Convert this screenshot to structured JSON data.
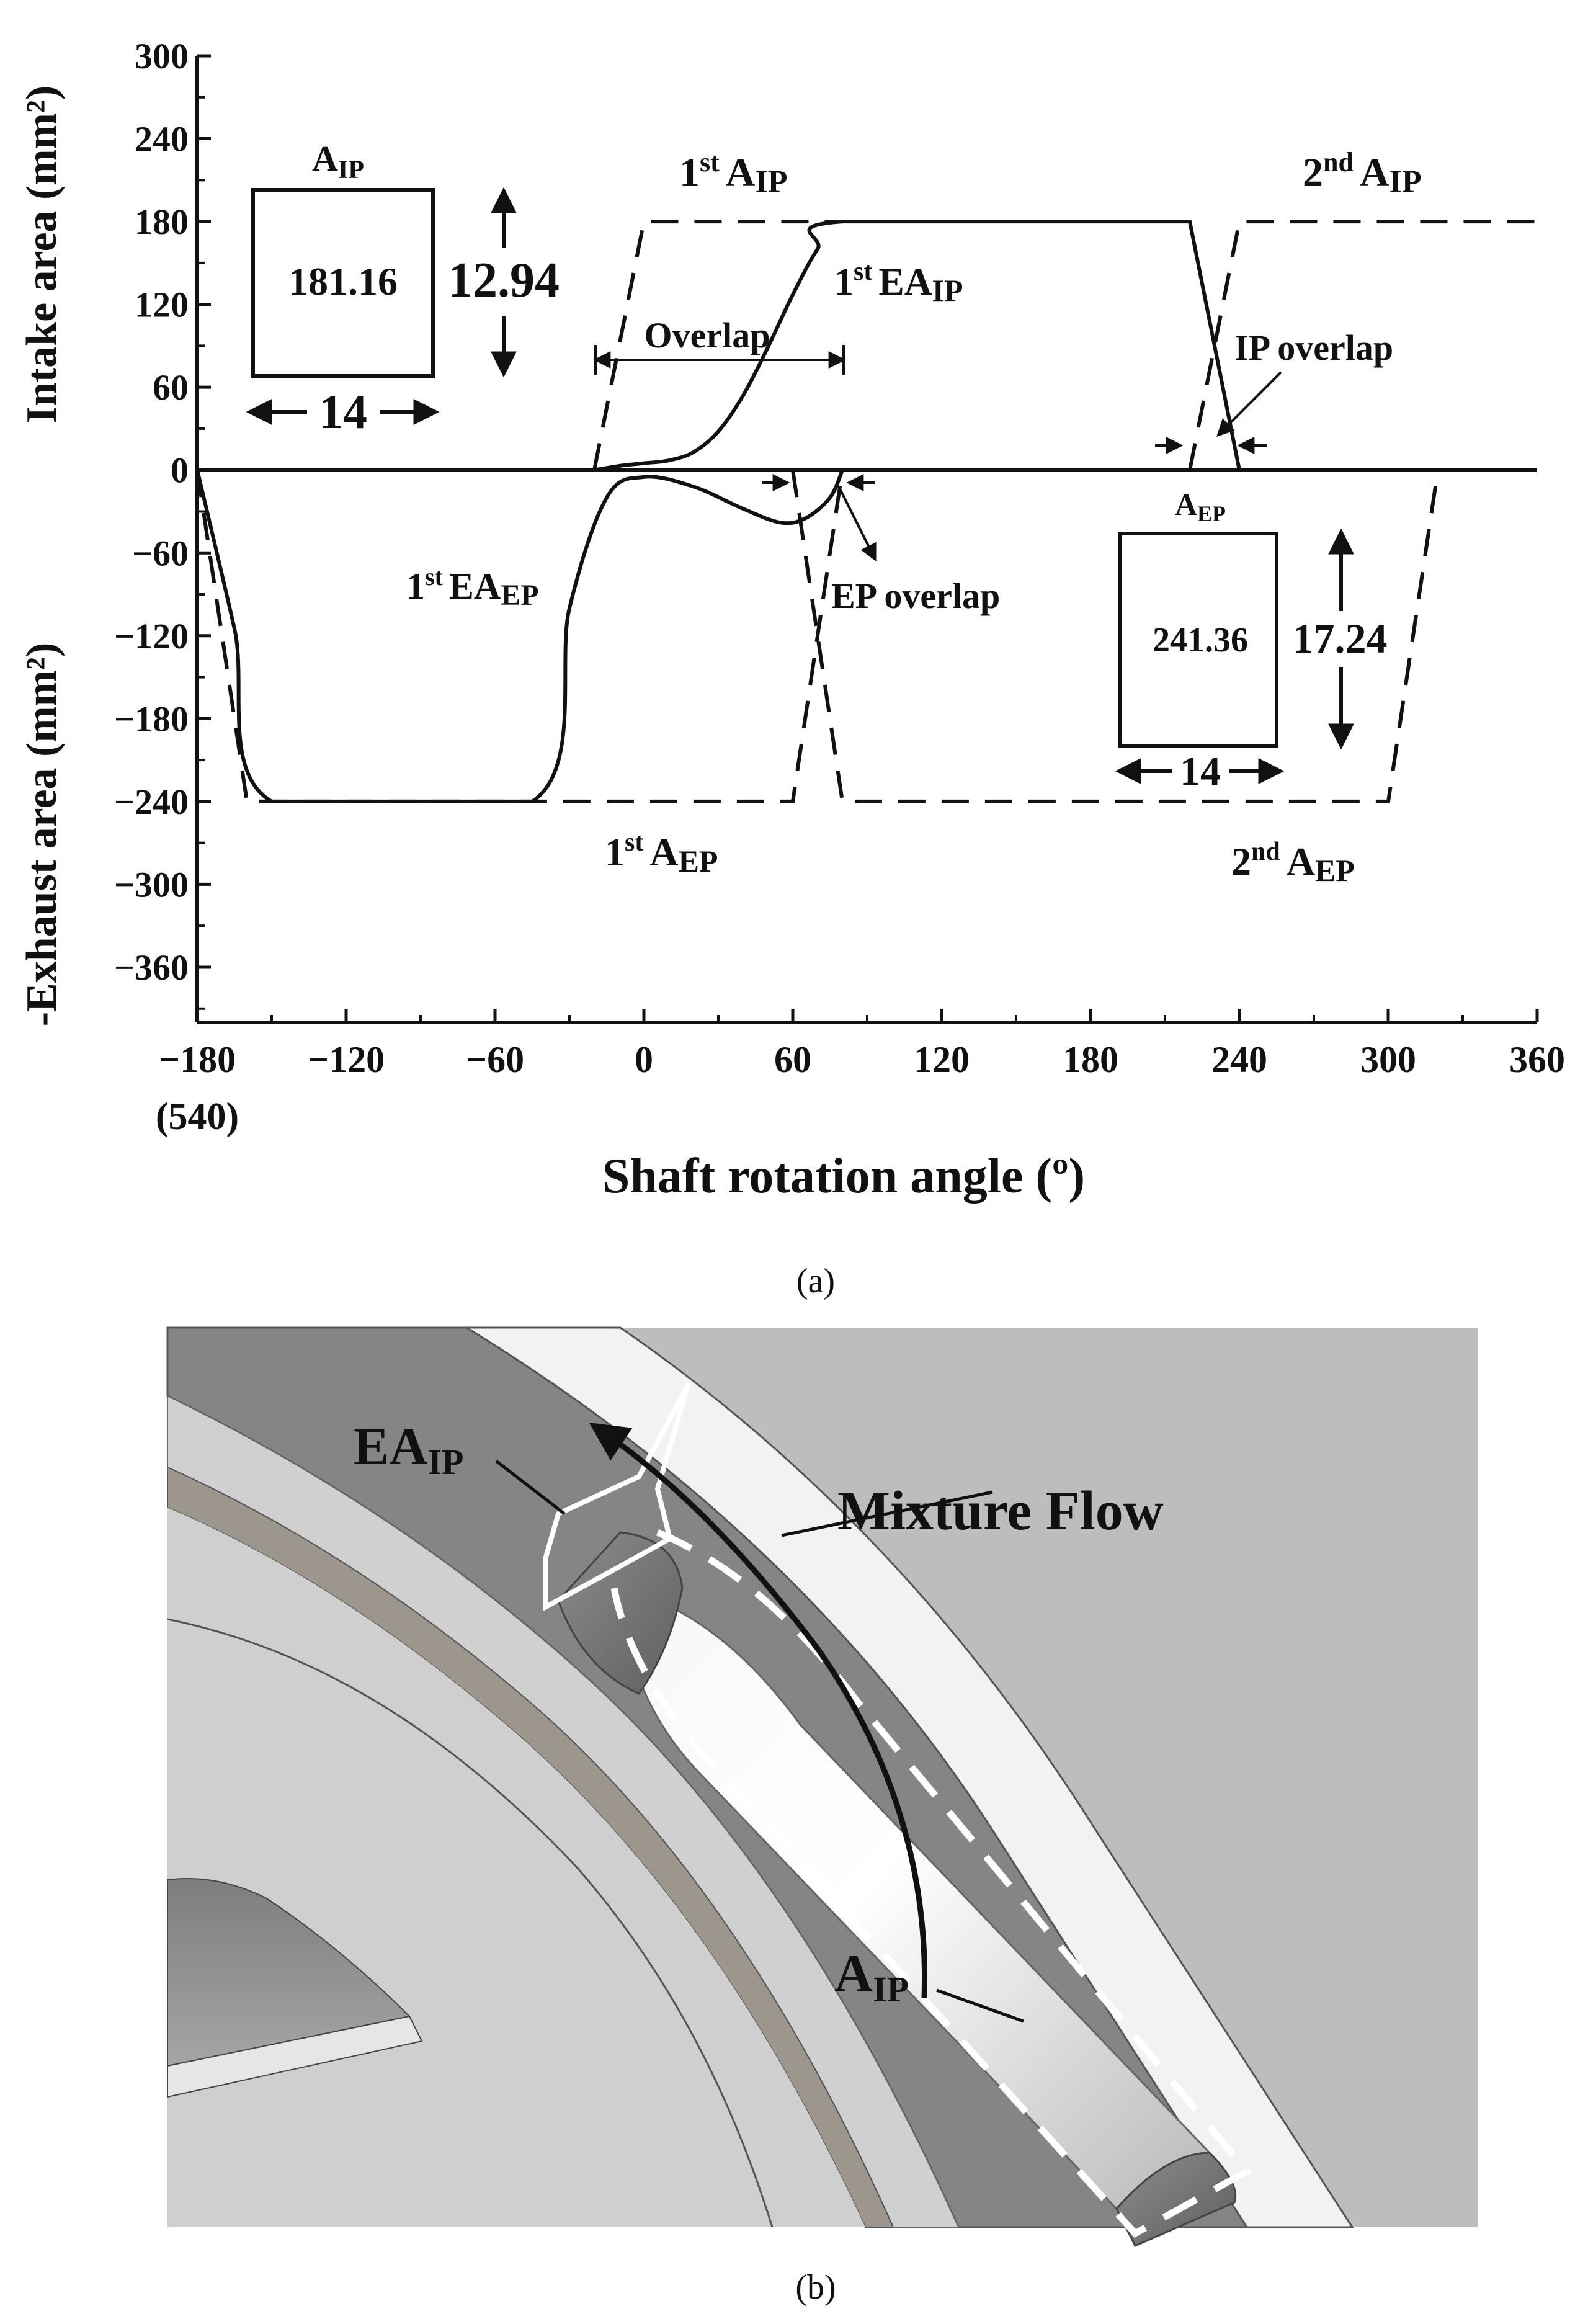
{
  "chart_data": {
    "type": "line",
    "xlabel": "Shaft rotation angle (º)",
    "ylabel_top": "Intake area (mm²)",
    "ylabel_bottom": "-Exhaust  area (mm²)",
    "xlim": [
      -180,
      360
    ],
    "ylim": [
      -400,
      300
    ],
    "xticks": [
      -180,
      -120,
      -60,
      0,
      60,
      120,
      180,
      240,
      300,
      360
    ],
    "xtick_labels": [
      "−180",
      "−120",
      "−60",
      "0",
      "60",
      "120",
      "180",
      "240",
      "300",
      "360"
    ],
    "xtick_extra": "(540)",
    "yticks": [
      300,
      240,
      180,
      120,
      60,
      0,
      -60,
      -120,
      -180,
      -240,
      -300,
      -360
    ],
    "ytick_labels": [
      "300",
      "240",
      "180",
      "120",
      "60",
      "0",
      "−60",
      "−120",
      "−180",
      "−240",
      "−300",
      "−360"
    ],
    "grid": false,
    "series": [
      {
        "name": "1st AIP",
        "style": "dashed",
        "x": [
          -20,
          0,
          80
        ],
        "y": [
          0,
          180,
          180
        ]
      },
      {
        "name": "2nd AIP",
        "style": "dashed",
        "x": [
          220,
          240,
          360
        ],
        "y": [
          0,
          180,
          180
        ]
      },
      {
        "name": "1st EAIP",
        "style": "solid",
        "x": [
          -20,
          -10,
          0,
          10,
          20,
          30,
          40,
          50,
          60,
          70,
          80,
          220,
          240,
          360
        ],
        "y": [
          0,
          3,
          5,
          7,
          13,
          28,
          54,
          89,
          127,
          160,
          180,
          180,
          0,
          0
        ]
      },
      {
        "name": "1st AEP",
        "style": "dashed",
        "x": [
          -180,
          -160,
          60,
          80
        ],
        "y": [
          0,
          -240,
          -240,
          0
        ]
      },
      {
        "name": "2nd AEP",
        "style": "dashed",
        "x": [
          60,
          80,
          300,
          320
        ],
        "y": [
          0,
          -240,
          -240,
          0
        ]
      },
      {
        "name": "1st EAEP",
        "style": "solid",
        "x": [
          -180,
          -165,
          -150,
          -45,
          -30,
          -15,
          0,
          20,
          40,
          55,
          65,
          75,
          80
        ],
        "y": [
          0,
          -115,
          -240,
          -240,
          -100,
          -20,
          -5,
          -12,
          -28,
          -38,
          -35,
          -20,
          0
        ]
      }
    ],
    "annotations": {
      "aip_box": {
        "title": "A",
        "title_sub": "IP",
        "value": "181.16",
        "height": "12.94",
        "width": "14"
      },
      "aep_box": {
        "title": "A",
        "title_sub": "EP",
        "value": "241.36",
        "height": "17.24",
        "width": "14"
      },
      "first_aip": {
        "sup": "st",
        "pre": "1",
        "main": "A",
        "sub": "IP"
      },
      "second_aip": {
        "sup": "nd",
        "pre": "2",
        "main": "A",
        "sub": "IP"
      },
      "first_eaip": {
        "sup": "st",
        "pre": "1",
        "main": "EA",
        "sub": "IP"
      },
      "first_eaep": {
        "sup": "st",
        "pre": "1",
        "main": "EA",
        "sub": "EP"
      },
      "first_aep": {
        "sup": "st",
        "pre": "1",
        "main": "A",
        "sub": "EP"
      },
      "second_aep": {
        "sup": "nd",
        "pre": "2",
        "main": "A",
        "sub": "EP"
      },
      "overlap": "Overlap",
      "ip_overlap": "IP overlap",
      "ep_overlap": "EP overlap"
    }
  },
  "panel_a_label": "(a)",
  "panel_b_label": "(b)",
  "figure_b": {
    "label_eaip": {
      "main": "EA",
      "sub": "IP"
    },
    "label_mixture_flow": "Mixture Flow",
    "label_aip": {
      "main": "A",
      "sub": "IP"
    },
    "colors": {
      "outer_bg": "#bdbdbd",
      "ring_dark": "#8a8a8a",
      "band_light": "#d4d4d4",
      "band_brown": "#9c968c",
      "inner_bg": "#cfcfcf"
    }
  }
}
